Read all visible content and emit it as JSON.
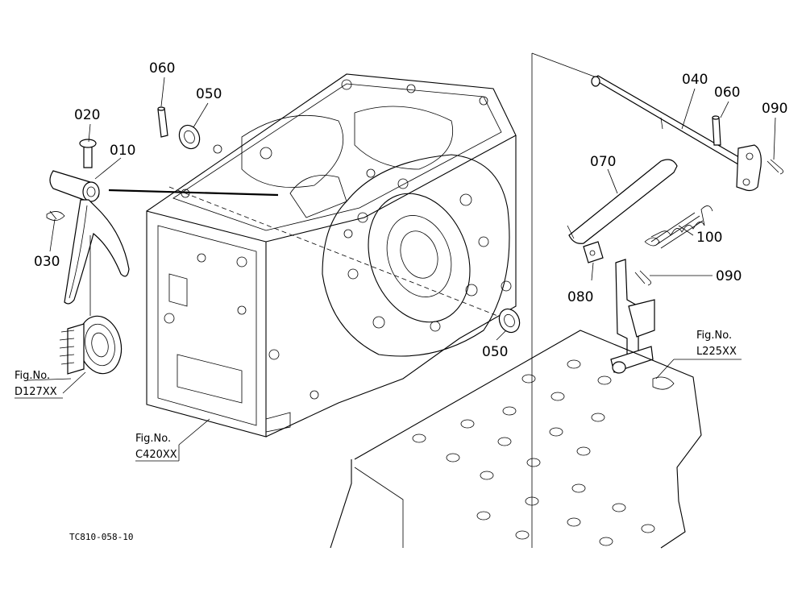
{
  "callouts": {
    "p010": "010",
    "p020": "020",
    "p030": "030",
    "p040": "040",
    "p050_top": "050",
    "p050_bottom": "050",
    "p060_left": "060",
    "p060_right": "060",
    "p070": "070",
    "p080": "080",
    "p090_top": "090",
    "p090_mid": "090",
    "p100": "100"
  },
  "figure_refs": {
    "d127": {
      "title": "Fig.No.",
      "code": "D127XX"
    },
    "c420": {
      "title": "Fig.No.",
      "code": "C420XX"
    },
    "l225": {
      "title": "Fig.No.",
      "code": "L225XX"
    }
  },
  "drawing_code": "TC810-058-10"
}
